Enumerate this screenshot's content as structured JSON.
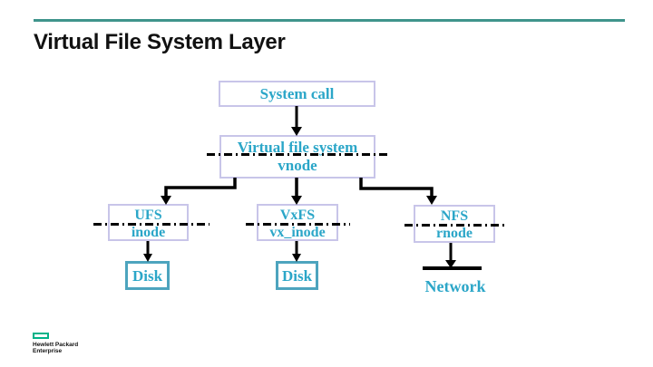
{
  "header": {
    "title": "Virtual File System Layer"
  },
  "diagram": {
    "system_call": {
      "label": "System call"
    },
    "vfs": {
      "line1": "Virtual file system",
      "line2": "vnode"
    },
    "ufs": {
      "line1": "UFS",
      "line2": "inode"
    },
    "vxfs": {
      "line1": "VxFS",
      "line2": "vx_inode"
    },
    "nfs": {
      "line1": "NFS",
      "line2": "rnode"
    },
    "disk_ufs": {
      "label": "Disk"
    },
    "disk_vxfs": {
      "label": "Disk"
    },
    "network": {
      "label": "Network"
    }
  },
  "footer": {
    "logo_line1": "Hewlett Packard",
    "logo_line2": "Enterprise"
  },
  "icons": {
    "hpe_element_mark": "hpe-element-rectangle"
  },
  "colors": {
    "teal_text": "#2BA6C8",
    "box_border": "#C8C5E9",
    "disk_border": "#4DA4BE",
    "rule_teal": "#3F948C",
    "hpe_green": "#00B288",
    "line_black": "#000000"
  }
}
